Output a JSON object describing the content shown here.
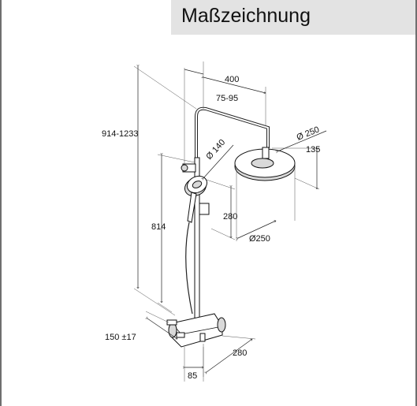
{
  "header": {
    "title": "Maßzeichnung"
  },
  "dimensions": {
    "total_height": "914-1233",
    "rail_height": "814",
    "arm_length": "400",
    "arm_adjust": "75-95",
    "overhead_diameter_top": "Ø 250",
    "overhead_height": "135",
    "overhead_diameter_bottom": "Ø250",
    "handshower_diameter": "Ø 140",
    "handshower_offset": "280",
    "connection_distance": "150 ±17",
    "mixer_depth": "280",
    "wall_distance": "85"
  }
}
